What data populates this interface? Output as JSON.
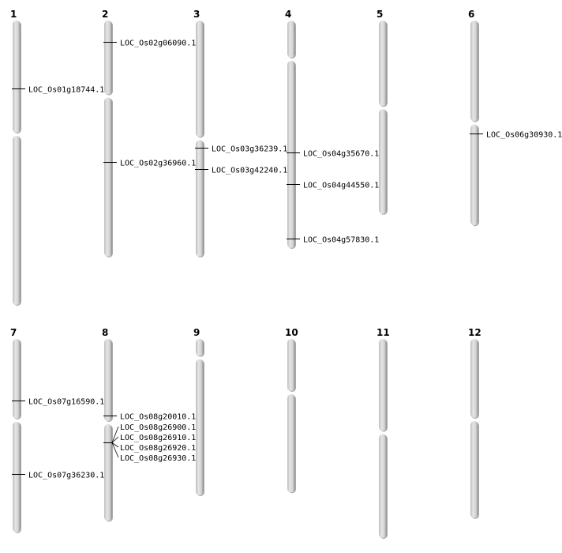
{
  "chromosomes": [
    {
      "name": "1",
      "cent": 0.4,
      "genes": [
        {
          "label": "LOC_Os01g18744.1",
          "pos": 0.24
        }
      ]
    },
    {
      "name": "2",
      "cent": 0.32,
      "genes": [
        {
          "label": "LOC_Os02g06090.1",
          "pos": 0.09
        },
        {
          "label": "LOC_Os02g36960.1",
          "pos": 0.6
        }
      ]
    },
    {
      "name": "3",
      "cent": 0.5,
      "genes": [
        {
          "label": "LOC_Os03g36239.1",
          "pos": 0.54
        },
        {
          "label": "LOC_Os03g42240.1",
          "pos": 0.63
        }
      ]
    },
    {
      "name": "4",
      "cent": 0.17,
      "genes": [
        {
          "label": "LOC_Os04g35670.1",
          "pos": 0.58
        },
        {
          "label": "LOC_Os04g44550.1",
          "pos": 0.72
        },
        {
          "label": "LOC_Os04g57830.1",
          "pos": 0.96
        }
      ]
    },
    {
      "name": "5",
      "cent": 0.45,
      "genes": []
    },
    {
      "name": "6",
      "cent": 0.5,
      "genes": [
        {
          "label": "LOC_Os06g30930.1",
          "pos": 0.55
        }
      ]
    },
    {
      "name": "7",
      "cent": 0.42,
      "genes": [
        {
          "label": "LOC_Os07g16590.1",
          "pos": 0.32
        },
        {
          "label": "LOC_Os07g36230.1",
          "pos": 0.7
        }
      ]
    },
    {
      "name": "8",
      "cent": 0.46,
      "genes": [
        {
          "label": "LOC_Os08g20010.1",
          "pos": 0.42
        },
        {
          "label": "LOC_Os08g26900.1",
          "pos": 0.57,
          "cluster": true
        },
        {
          "label": "LOC_Os08g26910.1",
          "pos": 0.57,
          "cluster": true
        },
        {
          "label": "LOC_Os08g26920.1",
          "pos": 0.57,
          "cluster": true
        },
        {
          "label": "LOC_Os08g26930.1",
          "pos": 0.57,
          "cluster": true
        }
      ]
    },
    {
      "name": "9",
      "cent": 0.12,
      "genes": []
    },
    {
      "name": "10",
      "cent": 0.35,
      "genes": []
    },
    {
      "name": "11",
      "cent": 0.47,
      "genes": []
    },
    {
      "name": "12",
      "cent": 0.45,
      "genes": []
    }
  ],
  "chromosome_lengths_relative": [
    1.0,
    0.83,
    0.83,
    0.8,
    0.68,
    0.72,
    0.68,
    0.64,
    0.55,
    0.54,
    0.7,
    0.63
  ]
}
